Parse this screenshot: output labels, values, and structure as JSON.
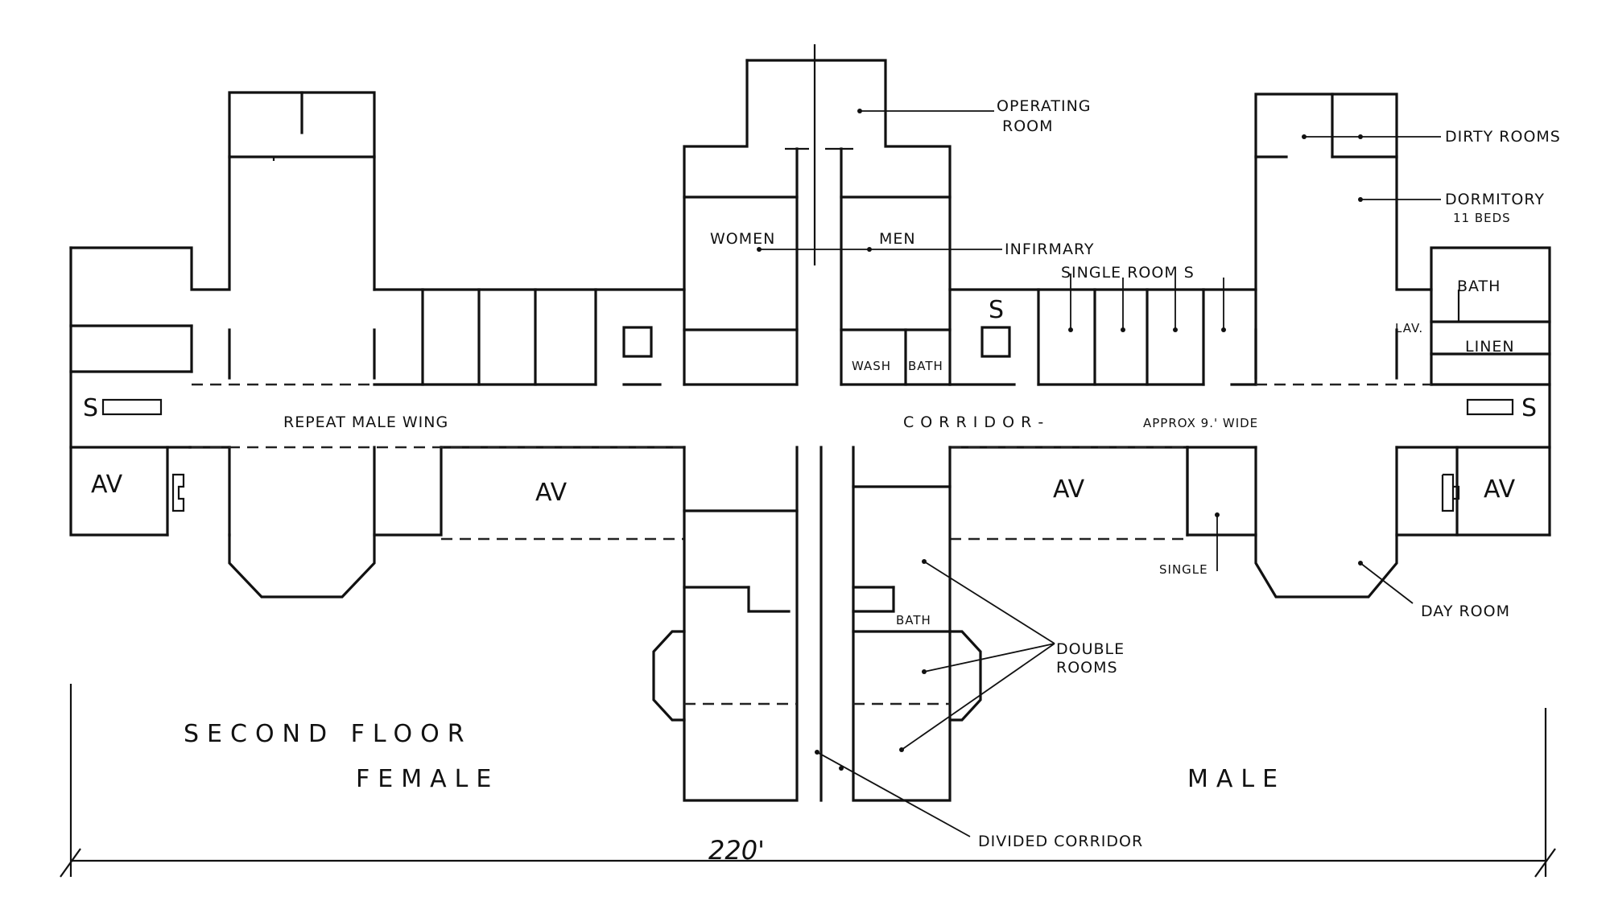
{
  "labels": {
    "operating_room_1": "OPERATING",
    "operating_room_2": "ROOM",
    "dirty_rooms": "DIRTY ROOMS",
    "dormitory_1": "DORMITORY",
    "dormitory_2": "11 BEDS",
    "women": "WOMEN",
    "men": "MEN",
    "infirmary": "INFIRMARY",
    "single_rooms": "SINGLE ROOM S",
    "bath_right": "BATH",
    "lav": "LAV.",
    "linen": "LINEN",
    "s_left": "S",
    "s_center": "S",
    "s_right": "S",
    "wash": "WASH",
    "bath_center": "BATH",
    "repeat_male_wing": "REPEAT MALE WING",
    "corridor": "C O R R I D O R -",
    "approx_wide": "APPROX 9.' WIDE",
    "av_left": "AV",
    "av_center_left": "AV",
    "av_center_right": "AV",
    "av_right": "AV",
    "single": "SINGLE",
    "day_room": "DAY ROOM",
    "bath_lower": "BATH",
    "double_rooms_1": "DOUBLE",
    "double_rooms_2": "ROOMS",
    "second_floor": "SECOND FLOOR",
    "female": "FEMALE",
    "male": "MALE",
    "divided_corridor": "DIVIDED CORRIDOR",
    "dimension": "220'"
  }
}
